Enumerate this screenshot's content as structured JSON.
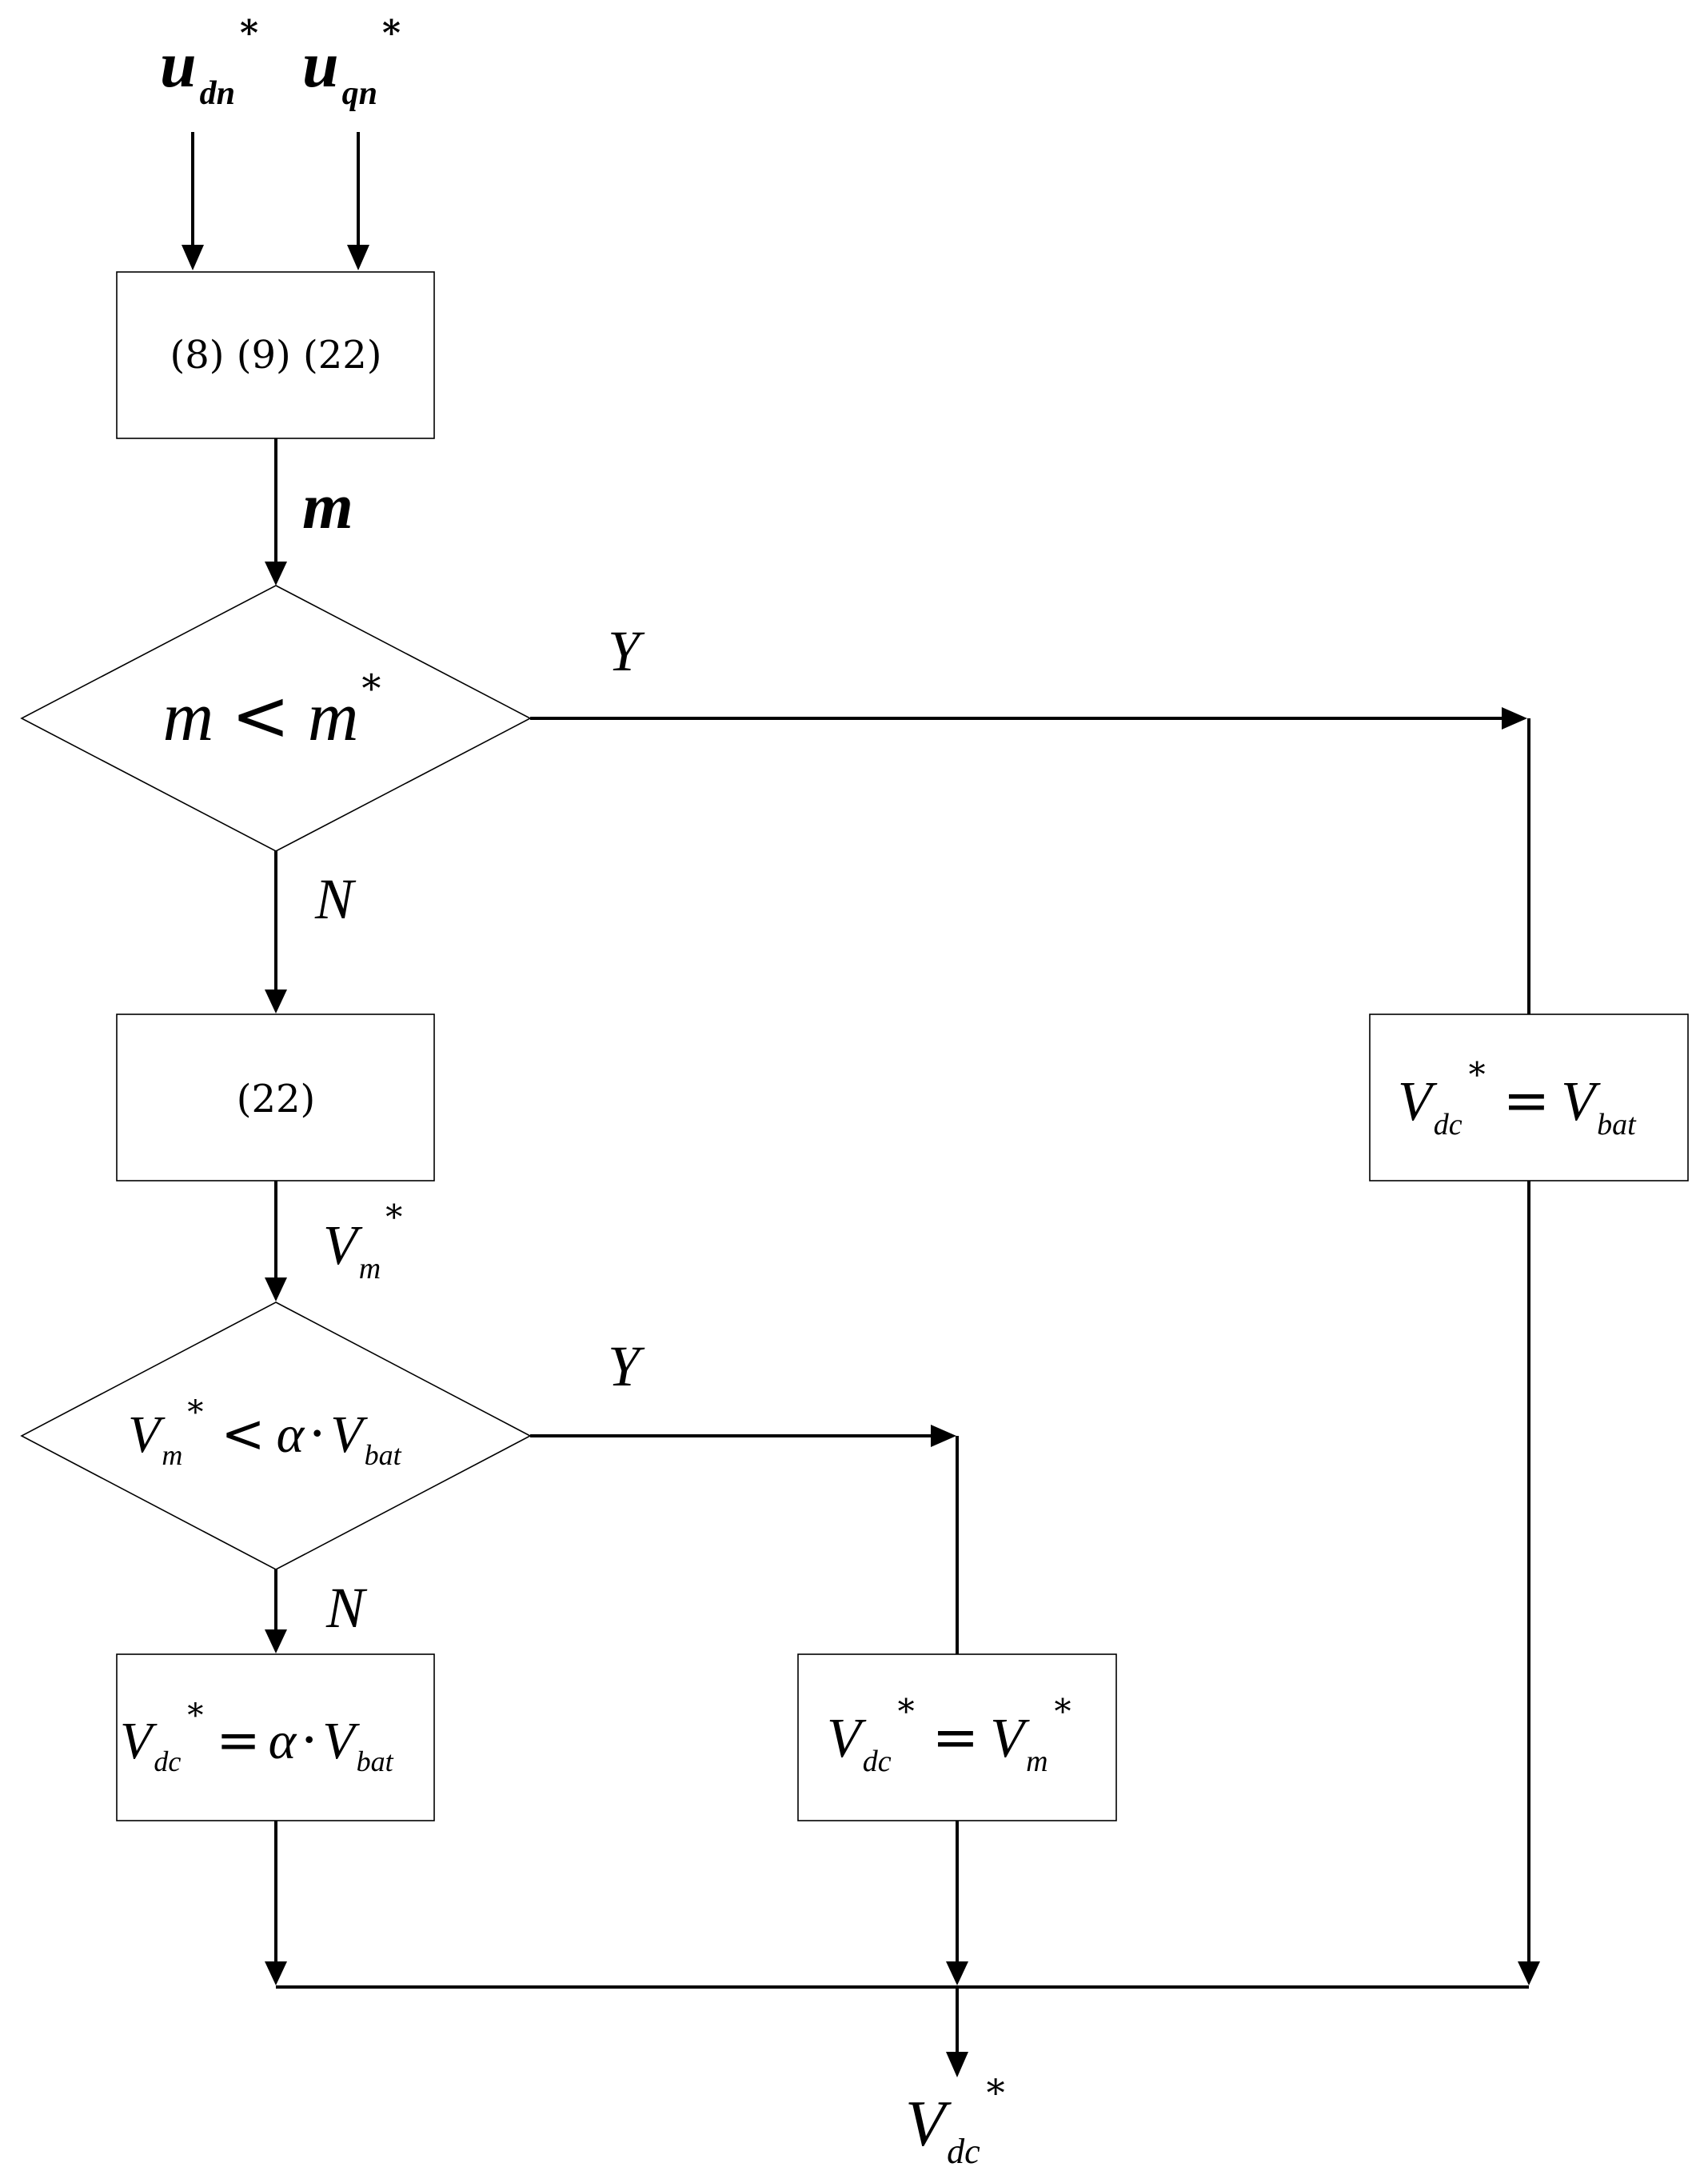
{
  "inputs": {
    "ud": {
      "base": "u",
      "sub": "dn",
      "sup": "*"
    },
    "uq": {
      "base": "u",
      "sub": "qn",
      "sup": "*"
    }
  },
  "box_equations_1": "(8) (9) (22)",
  "label_m": "m",
  "decision_1": {
    "lhs": "m",
    "op": "<",
    "rhs": "m",
    "sup": "*"
  },
  "yes_label": "Y",
  "no_label": "N",
  "box_equation_2": "(22)",
  "label_vm": {
    "base": "V",
    "sub": "m",
    "sup": "*"
  },
  "decision_2": {
    "lhs_base": "V",
    "lhs_sub": "m",
    "lhs_sup": "*",
    "op": "<",
    "alpha": "α",
    "dot": "·",
    "rhs_base": "V",
    "rhs_sub": "bat"
  },
  "box_vdc_bat": {
    "lhs_base": "V",
    "lhs_sub": "dc",
    "lhs_sup": "*",
    "eq": "=",
    "rhs_base": "V",
    "rhs_sub": "bat"
  },
  "box_vdc_alpha": {
    "lhs_base": "V",
    "lhs_sub": "dc",
    "lhs_sup": "*",
    "eq": "=",
    "alpha": "α",
    "dot": "·",
    "rhs_base": "V",
    "rhs_sub": "bat"
  },
  "box_vdc_vm": {
    "lhs_base": "V",
    "lhs_sub": "dc",
    "lhs_sup": "*",
    "eq": "=",
    "rhs_base": "V",
    "rhs_sub": "m",
    "rhs_sup": "*"
  },
  "output": {
    "base": "V",
    "sub": "dc",
    "sup": "*"
  }
}
